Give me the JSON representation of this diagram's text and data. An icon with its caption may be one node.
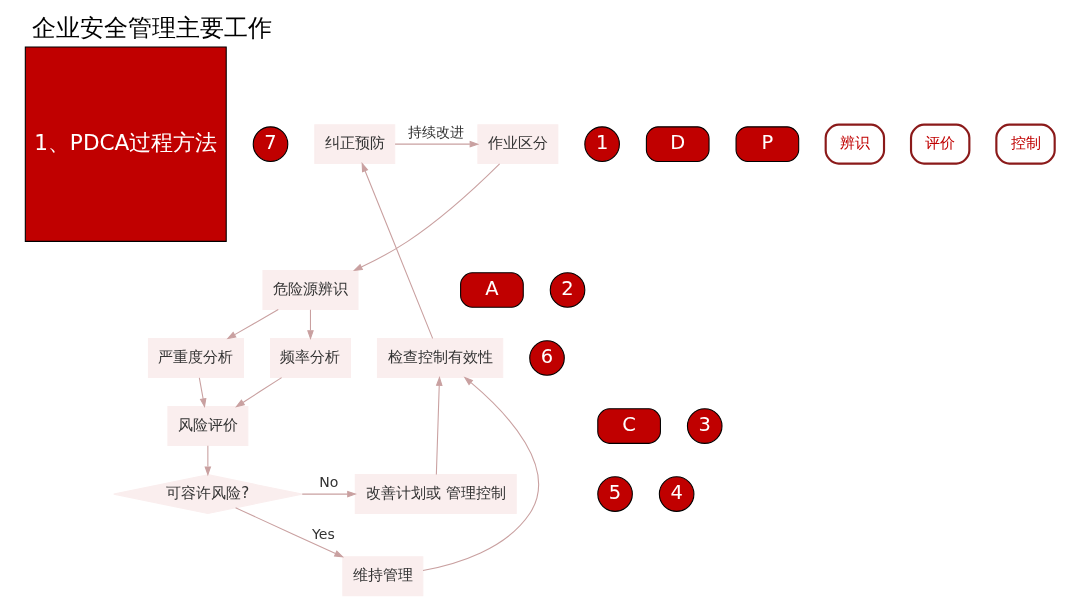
{
  "diagram": {
    "title": "企业安全管理主要工作",
    "nodes": [
      {
        "text": [
          "1、PDCA过程方法"
        ]
      },
      {
        "text": [
          "7"
        ]
      },
      {
        "text": [
          "纠正预防"
        ]
      },
      {
        "text": [
          "作业区分"
        ]
      },
      {
        "text": [
          "1"
        ]
      },
      {
        "text": [
          "A"
        ]
      },
      {
        "text": [
          "危险源辨识"
        ]
      },
      {
        "text": [
          "2"
        ]
      },
      {
        "text": [
          "频率分析"
        ]
      },
      {
        "text": [
          "严重度分析"
        ]
      },
      {
        "text": [
          "6"
        ]
      },
      {
        "text": [
          "检查控制有效性"
        ]
      },
      {
        "text": [
          "C"
        ]
      },
      {
        "text": [
          "风险评价"
        ]
      },
      {
        "text": [
          "3"
        ]
      },
      {
        "text": [
          "D"
        ]
      },
      {
        "text": [
          "P"
        ]
      },
      {
        "text": [
          "5"
        ]
      },
      {
        "text": [
          "改善计划或 管理控制"
        ]
      },
      {
        "text": [
          "可容许风险?"
        ]
      },
      {
        "text": [
          "4"
        ]
      },
      {
        "text": [
          "维持管理"
        ]
      },
      {
        "text": [
          "辨识"
        ]
      },
      {
        "text": [
          "评价"
        ]
      },
      {
        "text": [
          "控制"
        ]
      }
    ],
    "edges": [
      {
        "from": 2,
        "to": 3,
        "arrow": "to",
        "label": "持续改进"
      },
      {
        "from": 3,
        "to": 6,
        "arrow": "to"
      },
      {
        "from": 6,
        "to": 8,
        "arrow": "to"
      },
      {
        "from": 6,
        "to": 9,
        "arrow": "to"
      },
      {
        "from": 8,
        "to": 13,
        "arrow": "to"
      },
      {
        "from": 9,
        "to": 13,
        "arrow": "to"
      },
      {
        "from": 13,
        "to": 19,
        "arrow": "to"
      },
      {
        "from": 19,
        "to": 18,
        "arrow": "to",
        "label": "No"
      },
      {
        "from": 19,
        "to": 21,
        "arrow": "to",
        "label": "Yes"
      },
      {
        "from": 18,
        "to": 11,
        "arrow": "to"
      },
      {
        "from": 21,
        "to": 11,
        "arrow": "to"
      },
      {
        "from": 11,
        "to": 2,
        "arrow": "to"
      }
    ]
  }
}
